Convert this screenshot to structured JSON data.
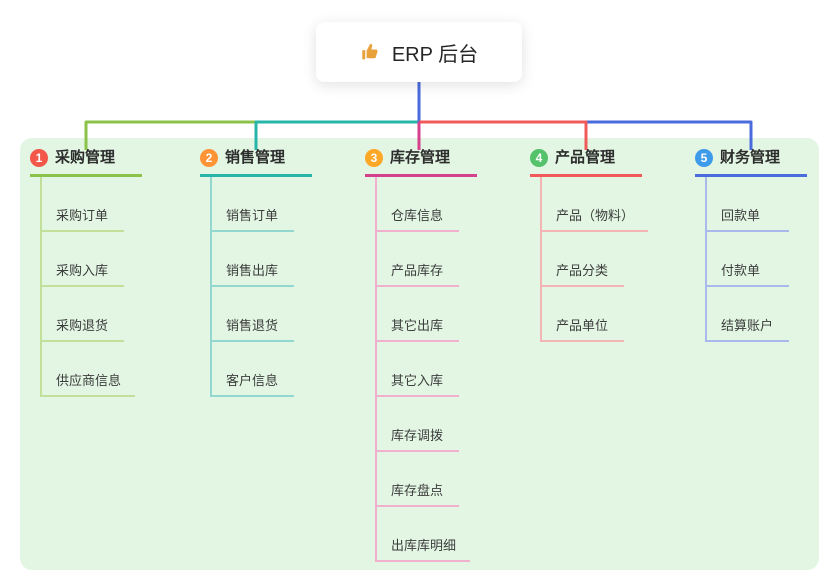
{
  "root": {
    "label": "ERP 后台",
    "icon": "thumbs-up-icon",
    "icon_color": "#e9a13b"
  },
  "canvas": {
    "background": "#e2f6e3"
  },
  "branches": [
    {
      "badge": "1",
      "title": "采购管理",
      "color": "#8bc34a",
      "light_color": "#c3e09b",
      "badge_color": "#f25749",
      "children": [
        "采购订单",
        "采购入库",
        "采购退货",
        "供应商信息"
      ]
    },
    {
      "badge": "2",
      "title": "销售管理",
      "color": "#26b5a8",
      "light_color": "#93d8d0",
      "badge_color": "#ff9436",
      "children": [
        "销售订单",
        "销售出库",
        "销售退货",
        "客户信息"
      ]
    },
    {
      "badge": "3",
      "title": "库存管理",
      "color": "#d6418e",
      "light_color": "#f0b0ce",
      "badge_color": "#ffa726",
      "children": [
        "仓库信息",
        "产品库存",
        "其它出库",
        "其它入库",
        "库存调拨",
        "库存盘点",
        "出库库明细"
      ]
    },
    {
      "badge": "4",
      "title": "产品管理",
      "color": "#f05a5a",
      "light_color": "#f5b4b4",
      "badge_color": "#53c26b",
      "children": [
        "产品（物料）",
        "产品分类",
        "产品单位"
      ]
    },
    {
      "badge": "5",
      "title": "财务管理",
      "color": "#4a6bdc",
      "light_color": "#aab9ec",
      "badge_color": "#3d9be9",
      "children": [
        "回款单",
        "付款单",
        "结算账户"
      ]
    }
  ]
}
